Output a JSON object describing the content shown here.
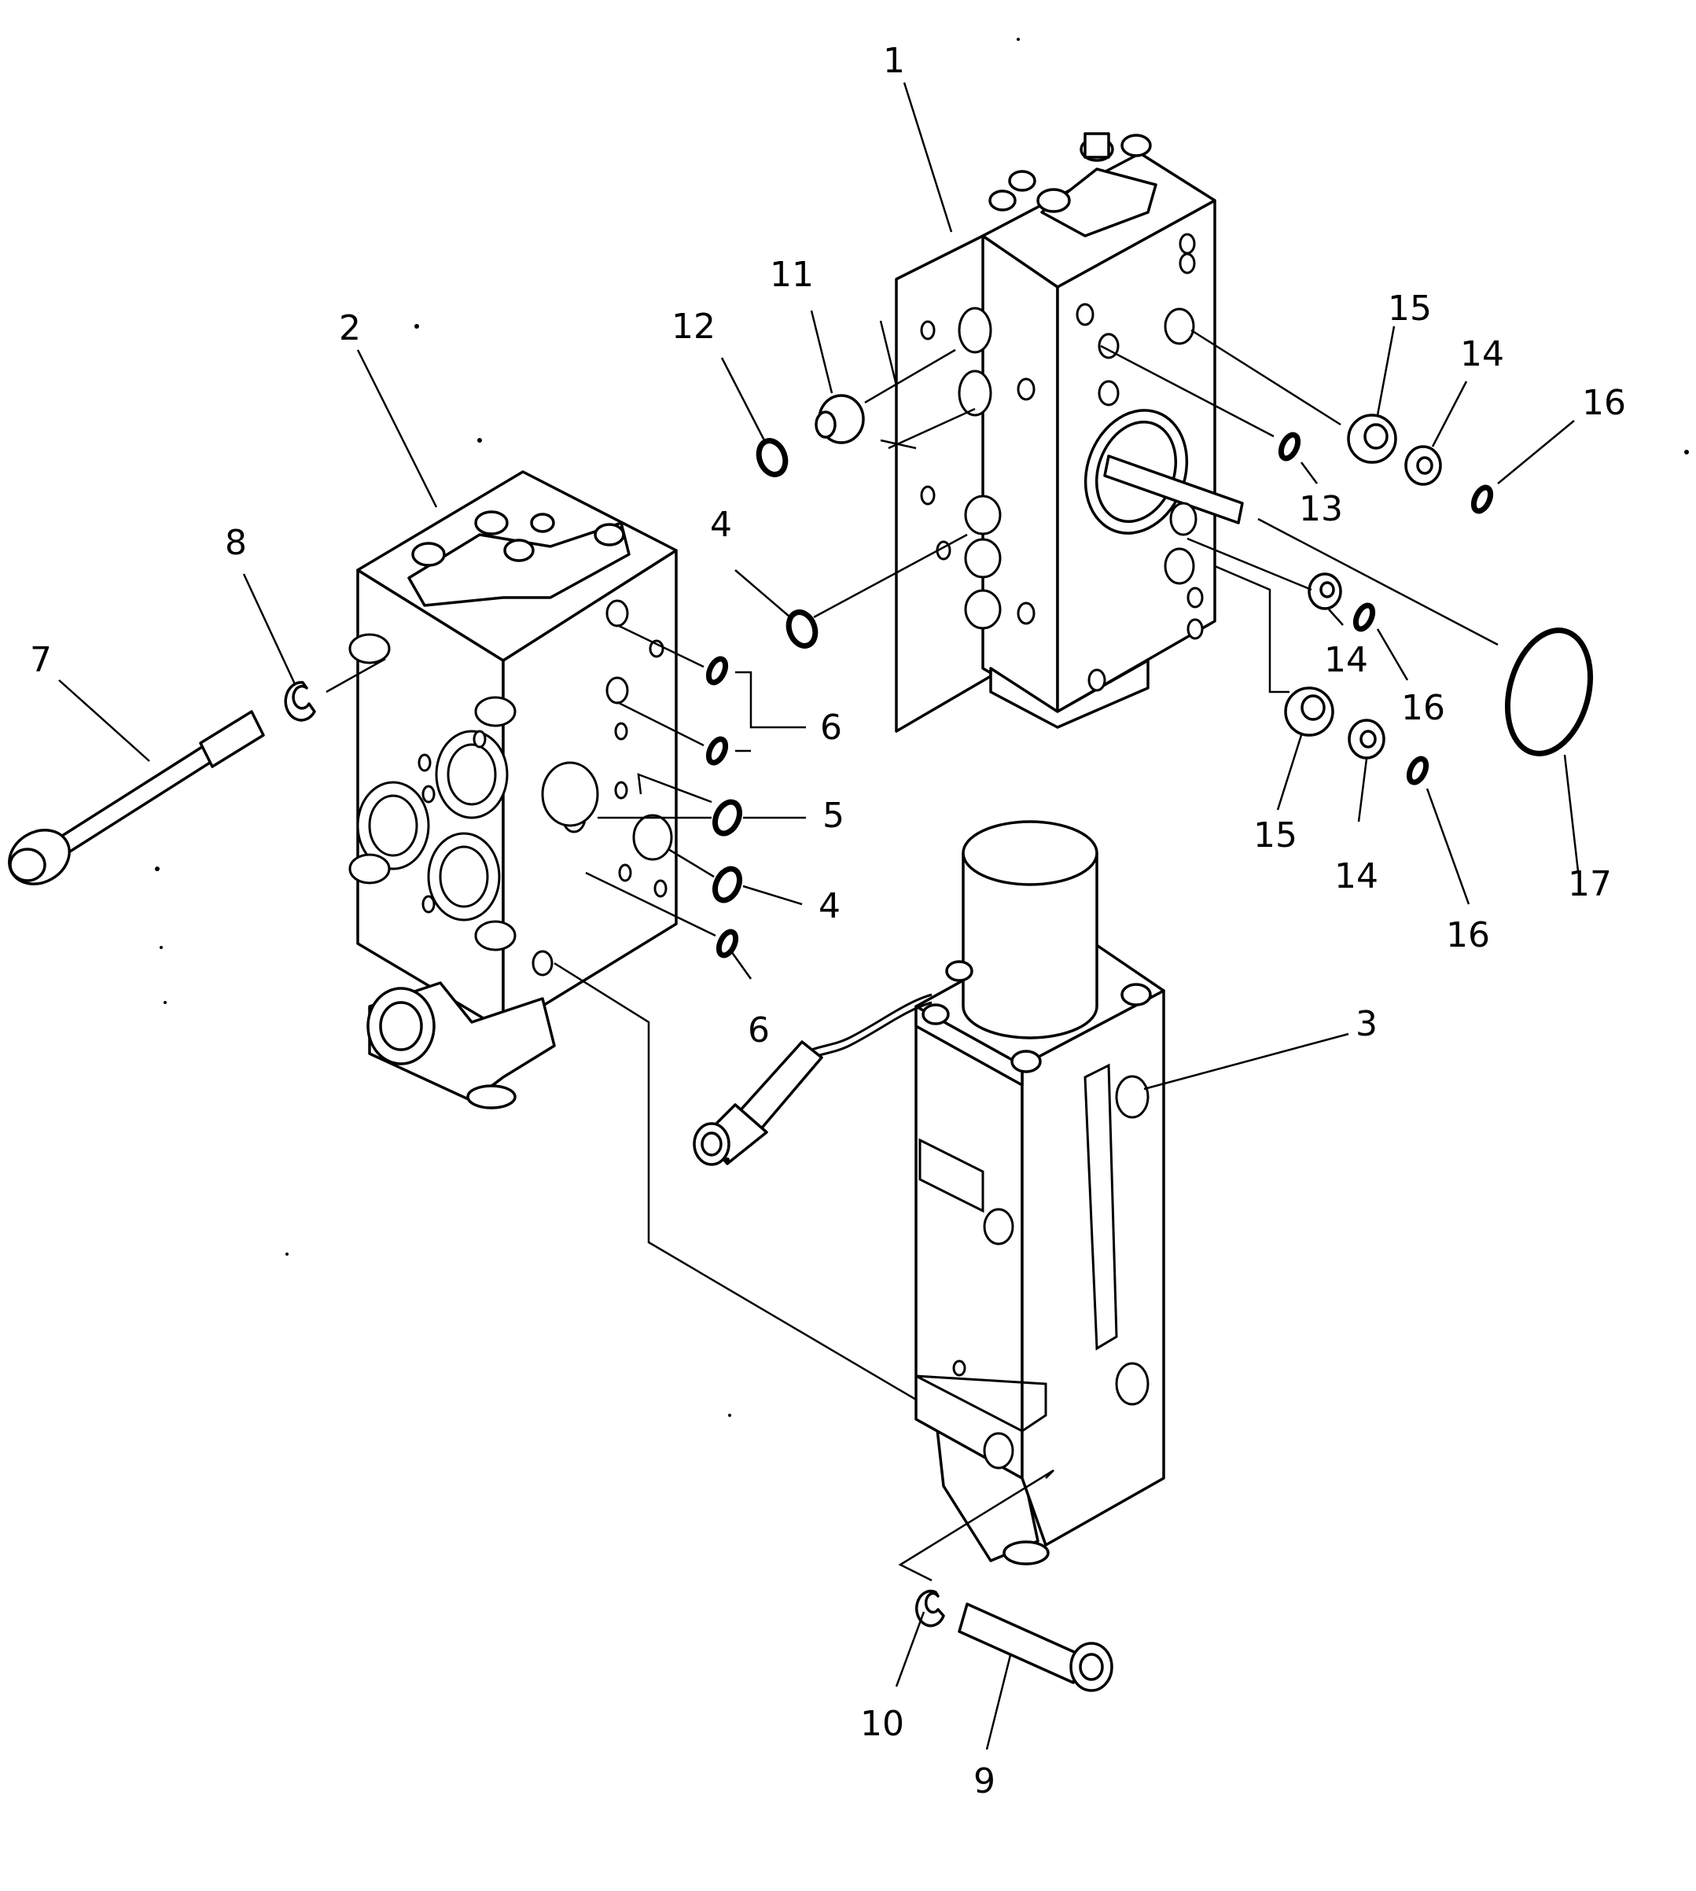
{
  "callouts": [
    "1",
    "2",
    "3",
    "4",
    "4",
    "5",
    "6",
    "6",
    "7",
    "8",
    "9",
    "10",
    "11",
    "12",
    "13",
    "14",
    "14",
    "14",
    "15",
    "15",
    "16",
    "16",
    "16",
    "17"
  ]
}
